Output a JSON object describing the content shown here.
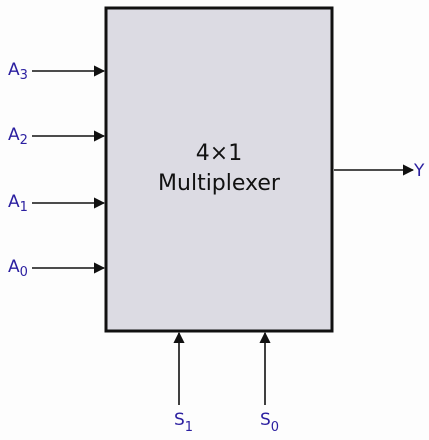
{
  "block": {
    "line1": "4×1",
    "line2": "Multiplexer",
    "fill": "#dcdbe3",
    "stroke": "#111111"
  },
  "inputs": [
    {
      "base": "A",
      "sub": "3"
    },
    {
      "base": "A",
      "sub": "2"
    },
    {
      "base": "A",
      "sub": "1"
    },
    {
      "base": "A",
      "sub": "0"
    }
  ],
  "selects": [
    {
      "base": "S",
      "sub": "1"
    },
    {
      "base": "S",
      "sub": "0"
    }
  ],
  "output": {
    "base": "Y"
  },
  "colors": {
    "label": "#2b1fa0",
    "wire": "#111111"
  }
}
